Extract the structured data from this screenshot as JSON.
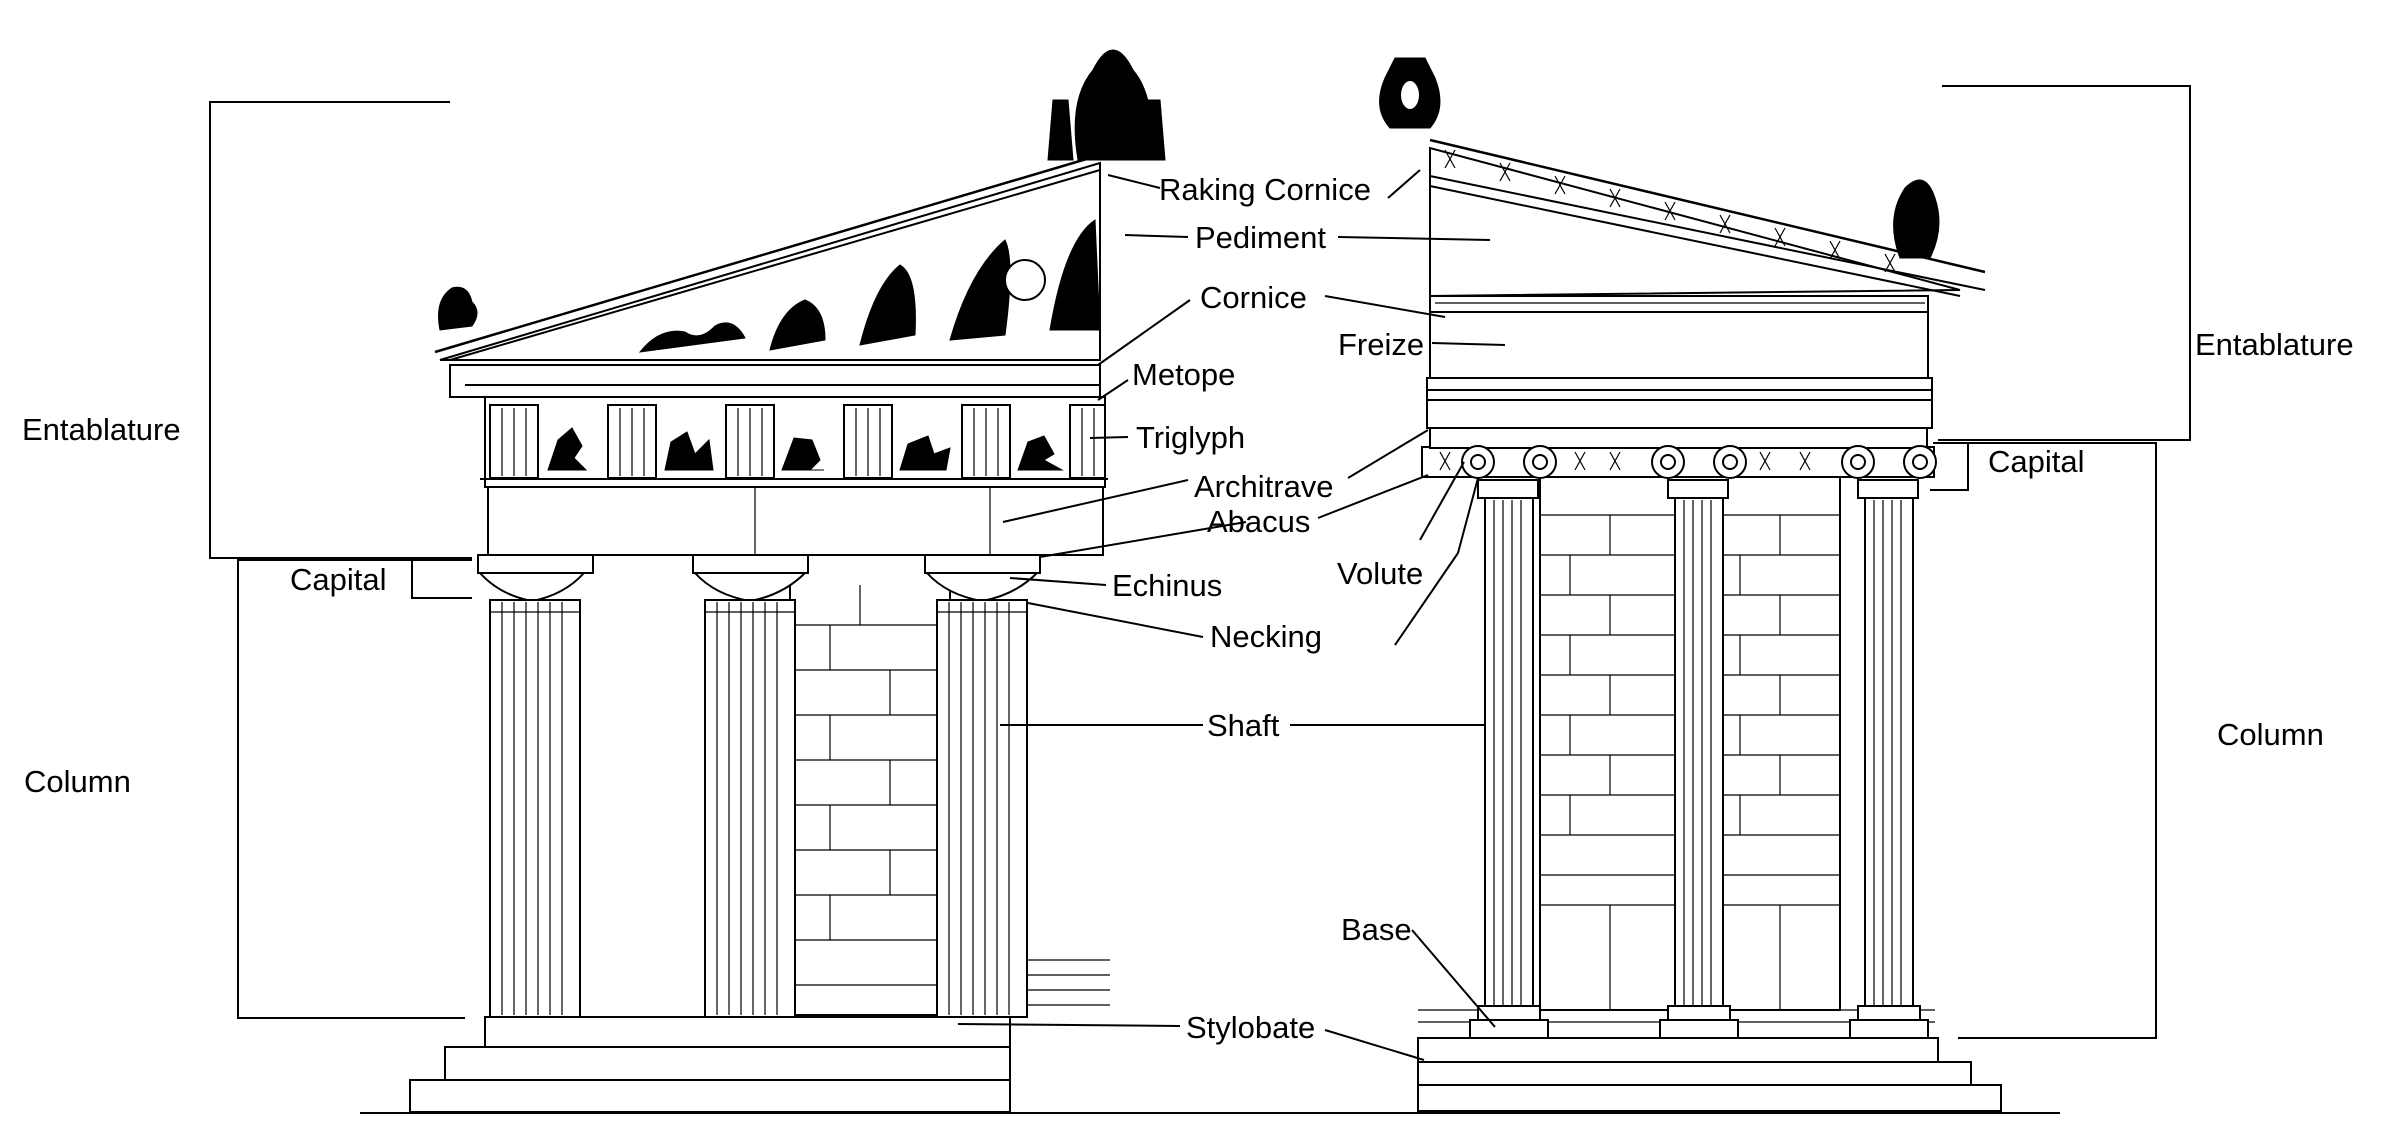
{
  "diagram": {
    "labels": {
      "raking_cornice": "Raking Cornice",
      "pediment": "Pediment",
      "cornice": "Cornice",
      "freize": "Freize",
      "metope": "Metope",
      "triglyph": "Triglyph",
      "architrave": "Architrave",
      "abacus": "Abacus",
      "echinus": "Echinus",
      "necking": "Necking",
      "volute": "Volute",
      "shaft": "Shaft",
      "base": "Base",
      "stylobate": "Stylobate",
      "entablature_left": "Entablature",
      "entablature_right": "Entablature",
      "capital_left": "Capital",
      "capital_right": "Capital",
      "column_left": "Column",
      "column_right": "Column"
    }
  }
}
